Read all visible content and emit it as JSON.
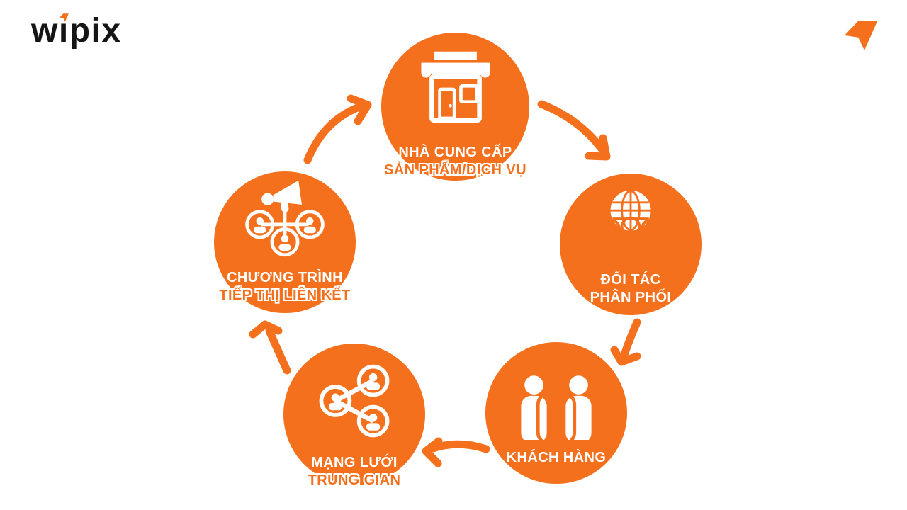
{
  "colors": {
    "accent": "#F4701D",
    "background": "#FFFFFF",
    "logo_text": "#151515",
    "label_text": "#FFFFFF"
  },
  "logo": {
    "part1": "w",
    "part2": "ı",
    "part3": "pix"
  },
  "diagram": {
    "type": "cycle",
    "flow": "clockwise",
    "nodes": [
      {
        "name": "supplier",
        "icon": "storefront-icon",
        "line1": "NHÀ CUNG CẤP",
        "line2": "SẢN PHẨM/DỊCH VỤ"
      },
      {
        "name": "distribution-partner",
        "icon": "globe-people-icon",
        "line1": "ĐỐI TÁC",
        "line2": "PHÂN PHỐI"
      },
      {
        "name": "customer",
        "icon": "people-group-icon",
        "line1": "KHÁCH HÀNG",
        "line2": ""
      },
      {
        "name": "intermediary-network",
        "icon": "share-network-icon",
        "line1": "MẠNG LƯỚI",
        "line2": "TRUNG GIAN"
      },
      {
        "name": "affiliate-program",
        "icon": "megaphone-network-icon",
        "line1": "CHƯƠNG TRÌNH",
        "line2": "TIẾP THỊ LIÊN KẾT"
      }
    ]
  }
}
